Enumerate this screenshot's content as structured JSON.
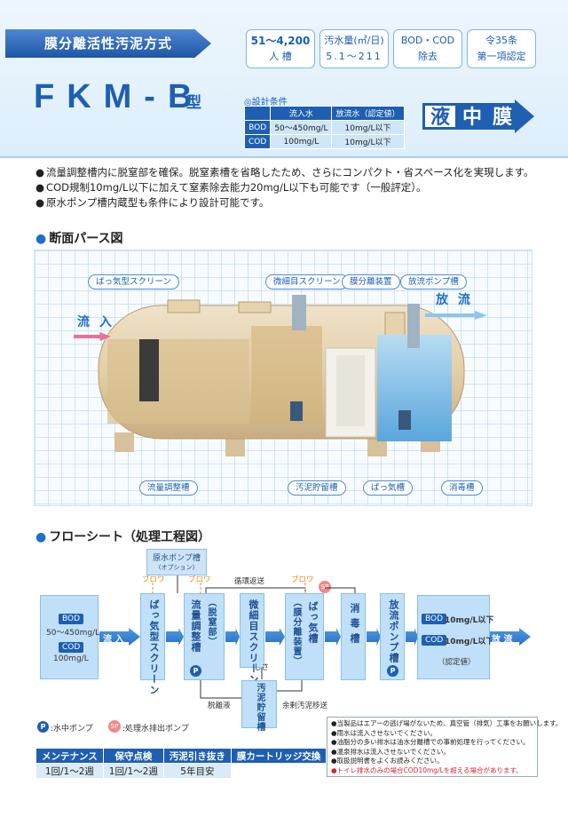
{
  "header": {
    "method": "膜分離活性汚泥方式",
    "specs": [
      {
        "line1": "51〜4,200",
        "line2": "人 槽"
      },
      {
        "line1": "汚水量(㎥/日)",
        "line2": "5.1〜211"
      },
      {
        "line1": "BOD・COD",
        "line2": "除去"
      },
      {
        "line1": "令35条",
        "line2": "第一項認定"
      }
    ],
    "model": "FKM-B",
    "model_suffix": "型",
    "conditions_title": "◎設計条件",
    "conditions": {
      "col_raw": "流入水",
      "col_treated": "放流水（認定値）",
      "rows": [
        {
          "name": "BOD",
          "raw": "50〜450mg/L",
          "treated": "10mg/L以下"
        },
        {
          "name": "COD",
          "raw": "100mg/L",
          "treated": "10mg/L以下"
        }
      ]
    },
    "logo": {
      "c1": "液",
      "c2": "中",
      "c3": "膜"
    }
  },
  "features": [
    "流量調整槽内に脱窒部を確保。脱窒素槽を省略したため、さらにコンパクト・省スペース化を実現します。",
    "COD規制10mg/L以下に加えて窒素除去能力20mg/L以下も可能です（一般評定）。",
    "原水ポンプ槽内蔵型も条件により設計可能です。"
  ],
  "cross_section": {
    "title": "断面パース図",
    "labels": {
      "aeration_screen": "ばっ気型スクリーン",
      "fine_screen": "微細目スクリーン",
      "membrane": "膜分離装置",
      "discharge_pump": "放流ポンプ槽",
      "flow_adjust": "流量調整槽",
      "sludge": "汚泥貯留槽",
      "aeration": "ばっ気槽",
      "disinfection": "消毒槽"
    },
    "inflow": "流 入",
    "outflow": "放 流"
  },
  "flow_sheet": {
    "title": "フローシート（処理工程図）",
    "raw_pump": "原水ポンプ槽",
    "raw_pump_sub": "(オプション)",
    "blower": "ブロワ",
    "recirc": "循環返送",
    "sp": "SP",
    "input_bod_label": "BOD",
    "input_bod": "50〜450mg/L",
    "input_cod_label": "COD",
    "input_cod": "100mg/L",
    "inflow": "流 入",
    "aeration_screen": "ばっ気型スクリーン",
    "flow_adjust": "流量調整槽",
    "flow_adjust_sub": "（脱窒部）",
    "fine_screen": "微細目スクリーン",
    "aeration": "ばっ気槽",
    "aeration_sub": "（膜分離装置）",
    "disinfection": "消毒槽",
    "discharge_pump": "放流ポンプ槽",
    "sludge": "汚泥貯留槽",
    "residue": "しさ",
    "excess": "余剰汚泥移送",
    "dewater": "脱離液",
    "output_bod_label": "BOD",
    "output_bod": "10mg/L以下",
    "output_cod_label": "COD",
    "output_cod": "10mg/L以下",
    "output_note": "（認定値）",
    "outflow": "放 流",
    "pump_symbol": "P",
    "legend_pump": ":水中ポンプ",
    "legend_sp": ":処理水排出ポンプ"
  },
  "maintenance": {
    "label": "メンテナンス",
    "headers": [
      "保守点検",
      "汚泥引き抜き",
      "膜カートリッジ交換"
    ],
    "values": [
      "1回/1〜2週",
      "1回/1〜2週",
      "5年目安"
    ]
  },
  "notes": [
    {
      "text": "当製品はエアーの逃げ場がないため、真空管（排気）工事をお願いします。",
      "red": false
    },
    {
      "text": "雨水は流入させないでください。",
      "red": false
    },
    {
      "text": "油脂分の多い排水は油水分離槽での事前処理を行ってください。",
      "red": false
    },
    {
      "text": "温泉排水は流入させないでください。",
      "red": false
    },
    {
      "text": "取扱説明書をよくお読みください。",
      "red": false
    },
    {
      "text": "トイレ排水のみの場合COD10mg/Lを超える場合があります。",
      "red": true
    }
  ],
  "colors": {
    "brand": "#1e5fb2",
    "accent": "#e78a1c",
    "light": "#bfe0f8",
    "warning": "#d7262c"
  }
}
